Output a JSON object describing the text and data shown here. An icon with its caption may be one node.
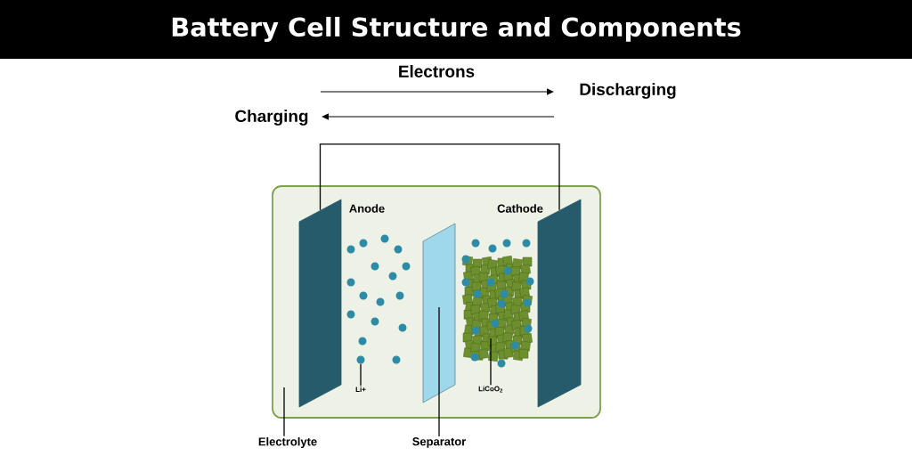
{
  "diagram": {
    "title": "Battery Cell Structure and Components",
    "nodes": [
      {
        "text": [],
        "shape": "box"
      },
      {
        "text": [],
        "shape": "bar",
        "in": 0,
        "beside": [
          "Anode"
        ]
      },
      {
        "text": [],
        "shape": "bar",
        "in": 0
      },
      {
        "text": [],
        "shape": "bar",
        "in": 0,
        "beside": [
          "Cathode"
        ]
      },
      {
        "text": [
          "Electrolyte"
        ]
      },
      {
        "text": [
          "Separator"
        ]
      },
      {
        "text": [
          "Li+"
        ],
        "in": 0
      },
      {
        "text": [],
        "shape": "circle",
        "in": 0
      },
      {
        "text": [
          "LiCoO$_{2}$"
        ],
        "in": 0
      }
    ],
    "edges": [
      {
        "from": 1,
        "to": 3,
        "arrow": "none"
      },
      {
        "from": 4,
        "to": 0,
        "arrow": "none"
      },
      {
        "from": 5,
        "to": 2,
        "arrow": "none"
      },
      {
        "from": 6,
        "to": 7,
        "arrow": "none"
      },
      {
        "from": 8,
        "to": null,
        "arrow": "none"
      }
    ],
    "labels": [
      "Electrons",
      "Discharging",
      "Charging"
    ]
  }
}
